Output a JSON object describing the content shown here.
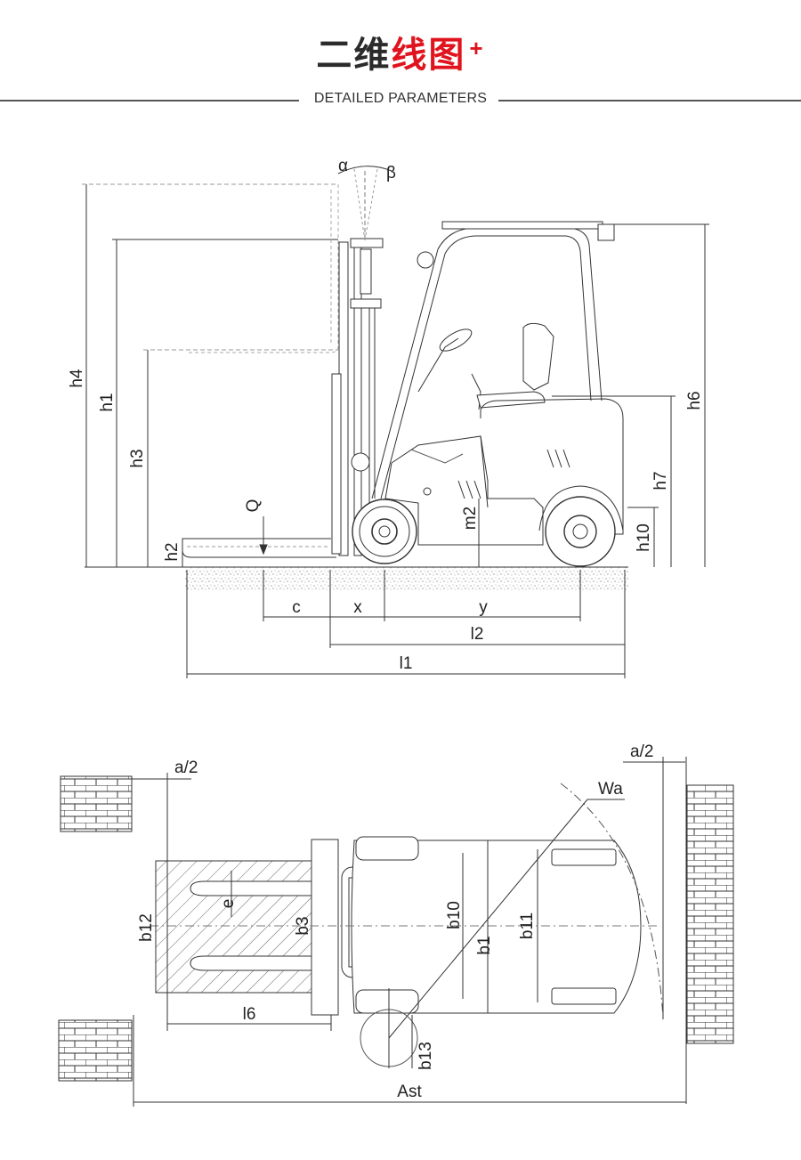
{
  "header": {
    "title_dark": "二维",
    "title_red": "线图",
    "plus": "+",
    "subtitle": "DETAILED PARAMETERS",
    "colors": {
      "accent": "#e0141e",
      "text": "#2b2b2b",
      "line": "#555555"
    }
  },
  "side_view": {
    "labels": {
      "alpha": "α",
      "beta": "β",
      "h4": "h4",
      "h1": "h1",
      "h3": "h3",
      "h2": "h2",
      "Q": "Q",
      "m2": "m2",
      "h6": "h6",
      "h7": "h7",
      "h10": "h10",
      "c": "c",
      "x": "x",
      "y": "y",
      "l2": "l2",
      "l1": "l1"
    }
  },
  "top_view": {
    "labels": {
      "a2_left": "a/2",
      "a2_right": "a/2",
      "Wa": "Wa",
      "b12": "b12",
      "e": "e",
      "b3": "b3",
      "b10": "b10",
      "b1": "b1",
      "b11": "b11",
      "l6": "l6",
      "b13": "b13",
      "Ast": "Ast"
    }
  }
}
